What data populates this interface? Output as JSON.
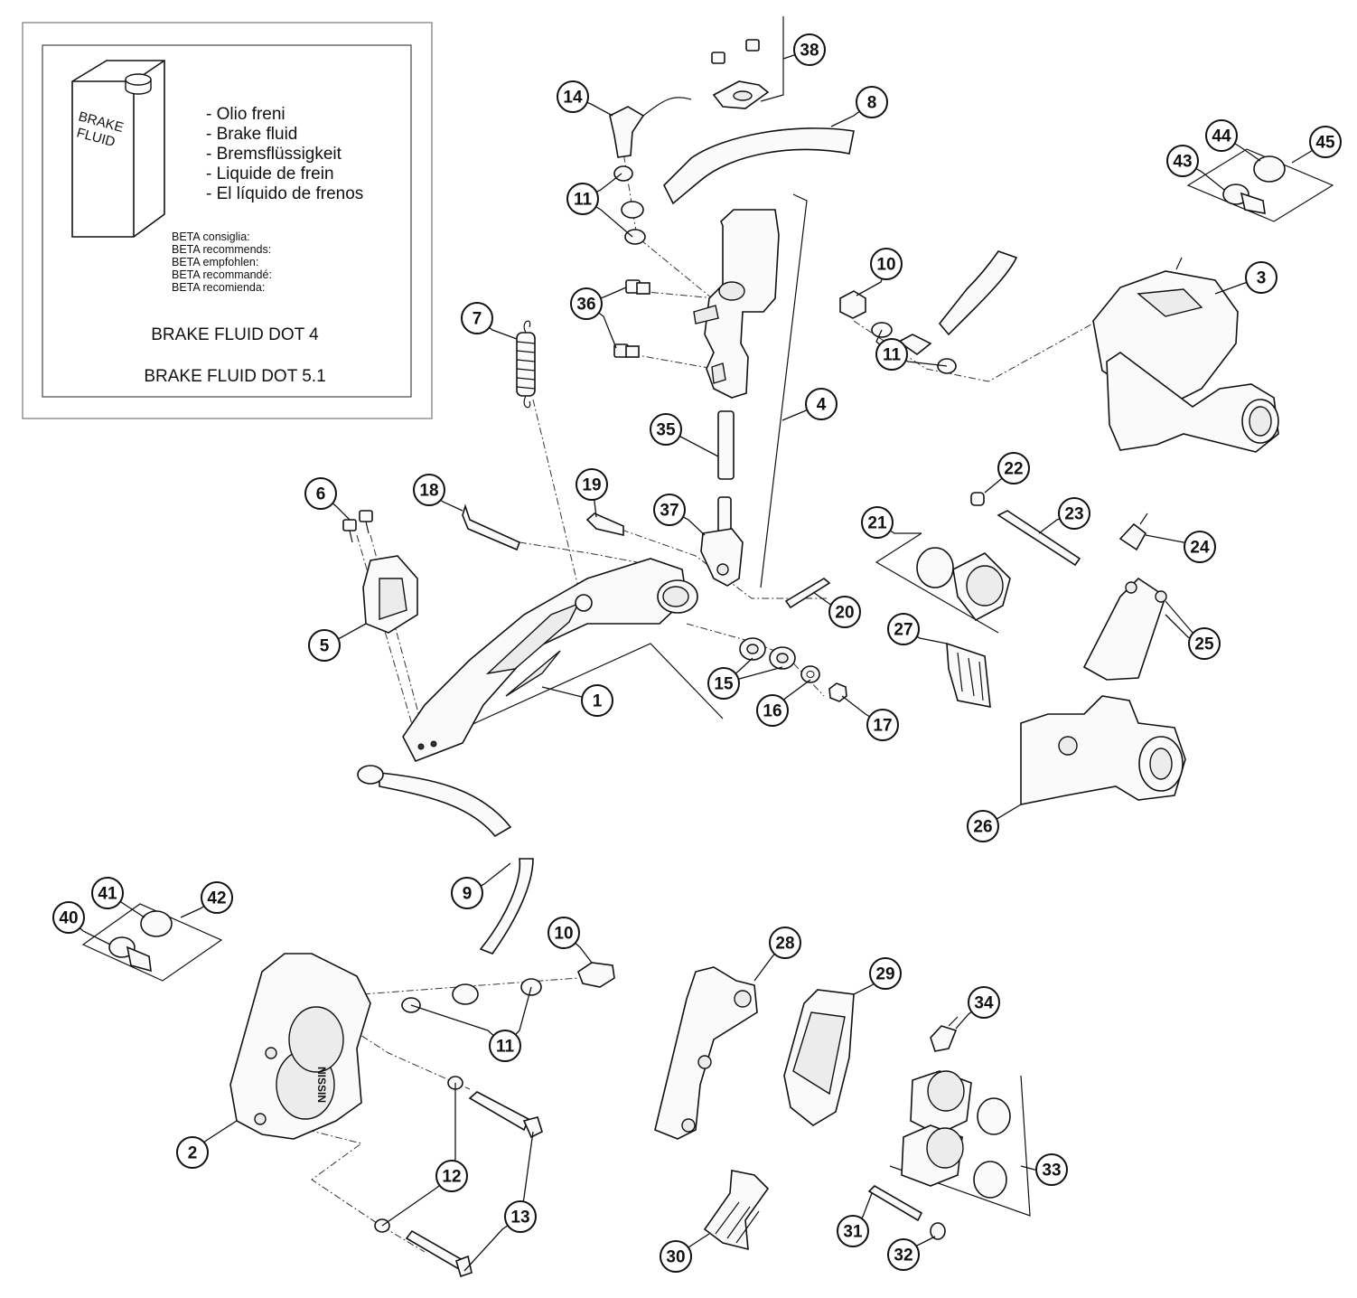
{
  "legend": {
    "can_label": "BRAKE\nFLUID",
    "fluid_names": [
      "- Olio freni",
      "- Brake fluid",
      "- Bremsflüssigkeit",
      "- Liquide de frein",
      "- El líquido de frenos"
    ],
    "recommends": [
      "BETA consiglia:",
      "BETA recommends:",
      "BETA empfohlen:",
      "BETA recommandé:",
      "BETA recomienda:"
    ],
    "spec_1": "BRAKE FLUID DOT 4",
    "spec_2": "BRAKE FLUID DOT 5.1"
  },
  "callouts": [
    "1",
    "2",
    "3",
    "4",
    "5",
    "6",
    "7",
    "8",
    "9",
    "10",
    "11",
    "12",
    "13",
    "14",
    "15",
    "16",
    "17",
    "18",
    "19",
    "20",
    "21",
    "22",
    "23",
    "24",
    "25",
    "26",
    "27",
    "28",
    "29",
    "30",
    "31",
    "32",
    "33",
    "34",
    "35",
    "36",
    "37",
    "38",
    "40",
    "41",
    "42",
    "43",
    "44",
    "45"
  ]
}
